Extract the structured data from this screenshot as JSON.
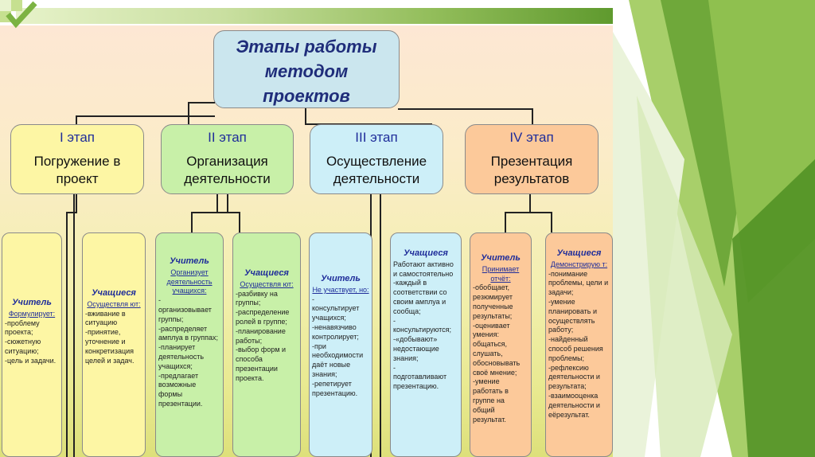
{
  "title": {
    "line1": "Этапы работы",
    "line2": "методом",
    "line3": "проектов"
  },
  "stages": [
    {
      "num": "I этап",
      "line1": "Погружение в",
      "line2": "проект"
    },
    {
      "num": "II этап",
      "line1": "Организация",
      "line2": "деятельности"
    },
    {
      "num": "III этап",
      "line1": "Осуществление",
      "line2": "деятельности"
    },
    {
      "num": "IV этап",
      "line1": "Презентация",
      "line2": "результатов"
    }
  ],
  "columns": [
    {
      "role": "Учитель",
      "sub": "Формулирует:",
      "body": "-проблему проекта;\n-сюжетную ситуацию;\n-цель        и задачи."
    },
    {
      "role": "Учащиеся",
      "sub": "Осуществля ют:",
      "body": "-вживание в ситуацию\n-принятие, уточнение и конкретизация целей и задач."
    },
    {
      "role": "Учитель",
      "sub": "Организует деятельность учащихся:",
      "body": "-\nорганизовывает группы;\n-распределяет амплуа в группах;\n-планирует деятельность учащихся;\n-предлагает возможные формы презентации."
    },
    {
      "role": "Учащиеся",
      "sub": "Осуществля ют:",
      "body": "-разбивку на группы;\n-распределение ролей в группе;\n-планирование работы;\n-выбор форм и способа презентации проекта."
    },
    {
      "role": "Учитель",
      "sub": "Не участвует, но:",
      "body": "-\nконсультирует учащихся;\n-ненавязчиво контролирует;\n-при необходимости даёт новые знания;\n-репетирует презентацию."
    },
    {
      "role": "Учащиеся",
      "sub": "",
      "body": "Работают активно и самостоятельно\n-каждый в соответствии со своим амплуа и сообща;\n-\nконсультируются;\n-«добывают» недостающие знания;\n-\nподготавливают презентацию."
    },
    {
      "role": "Учитель",
      "sub": "Принимает отчёт:",
      "body": "-обобщает, резюмирует полученные результаты;\n-оценивает умения: общаться, слушать, обосновывать своё мнение;\n-умение работать в группе на общий результат."
    },
    {
      "role": "Учащиеся",
      "sub": "Демонстрирую т:",
      "body": "-понимание проблемы, цели и задачи;\n-умение планировать и осуществлять работу;\n-найденный способ решения проблемы;\n-рефлексию деятельности и результата;\n-взаимооценка деятельности и еёрезультат."
    }
  ]
}
